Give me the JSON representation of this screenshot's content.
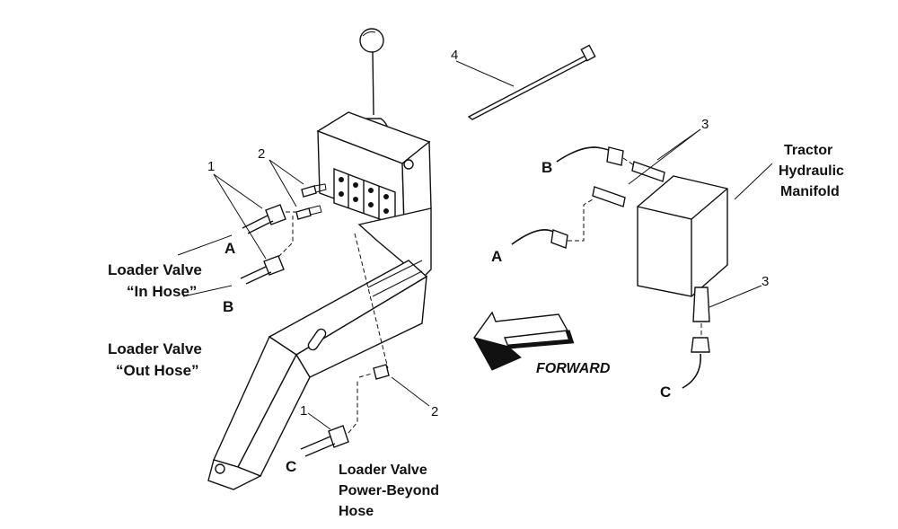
{
  "callouts": {
    "n1_top": "1",
    "n2_top": "2",
    "n3_top": "3",
    "n4": "4",
    "n3_bottom": "3",
    "n2_bottom": "2",
    "n1_bottom": "1"
  },
  "letters": {
    "A_left": "A",
    "B_left": "B",
    "C_bottom": "C",
    "B_right": "B",
    "A_right": "A",
    "C_right": "C"
  },
  "labels": {
    "in_hose_1": "Loader Valve",
    "in_hose_2": "“In Hose”",
    "out_hose_1": "Loader Valve",
    "out_hose_2": "“Out Hose”",
    "power_1": "Loader Valve",
    "power_2": "Power-Beyond",
    "power_3": "Hose",
    "manifold_1": "Tractor",
    "manifold_2": "Hydraulic",
    "manifold_3": "Manifold",
    "forward": "FORWARD"
  }
}
